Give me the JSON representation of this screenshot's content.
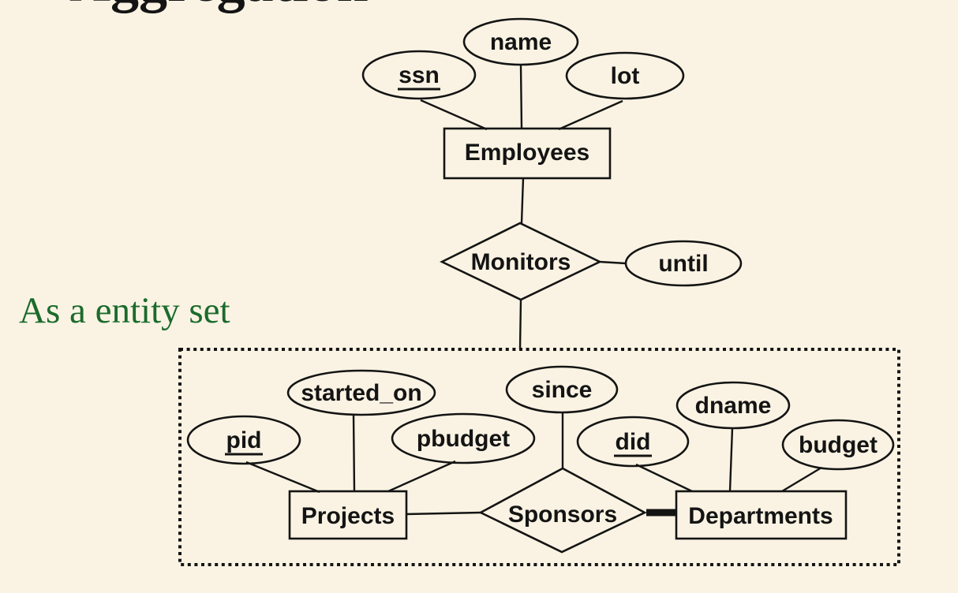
{
  "page": {
    "background_color": "#FAF3E3",
    "ink_color": "#141414",
    "clipped_title": "Aggregation",
    "caption": {
      "text": "As a entity set",
      "color": "#1B6B2C"
    }
  },
  "diagram": {
    "entities": [
      {
        "id": "employees",
        "label": "Employees"
      },
      {
        "id": "projects",
        "label": "Projects"
      },
      {
        "id": "departments",
        "label": "Departments"
      }
    ],
    "relationships": [
      {
        "id": "monitors",
        "label": "Monitors"
      },
      {
        "id": "sponsors",
        "label": "Sponsors"
      }
    ],
    "attributes": [
      {
        "id": "ssn",
        "label": "ssn",
        "owner": "employees",
        "key": true
      },
      {
        "id": "name",
        "label": "name",
        "owner": "employees",
        "key": false
      },
      {
        "id": "lot",
        "label": "lot",
        "owner": "employees",
        "key": false
      },
      {
        "id": "until",
        "label": "until",
        "owner": "monitors",
        "key": false
      },
      {
        "id": "pid",
        "label": "pid",
        "owner": "projects",
        "key": true
      },
      {
        "id": "started_on",
        "label": "started_on",
        "owner": "projects",
        "key": false
      },
      {
        "id": "pbudget",
        "label": "pbudget",
        "owner": "projects",
        "key": false
      },
      {
        "id": "since",
        "label": "since",
        "owner": "sponsors",
        "key": false
      },
      {
        "id": "did",
        "label": "did",
        "owner": "departments",
        "key": true
      },
      {
        "id": "dname",
        "label": "dname",
        "owner": "departments",
        "key": false
      },
      {
        "id": "budget",
        "label": "budget",
        "owner": "departments",
        "key": false
      }
    ],
    "aggregation_box": {
      "border_style": "dotted"
    }
  }
}
